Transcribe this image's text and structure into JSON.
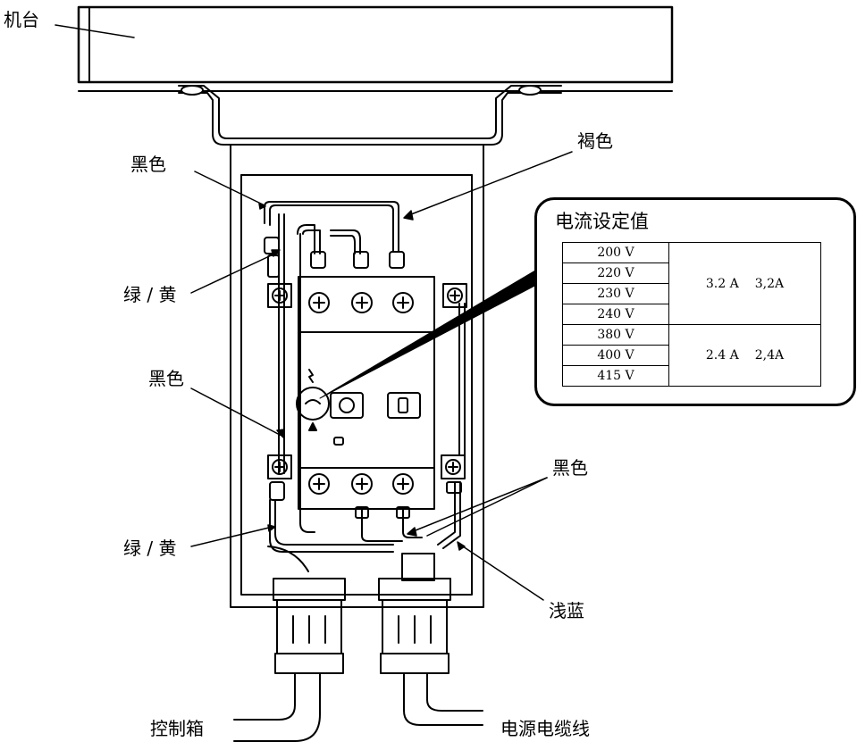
{
  "labels": {
    "machine_table": "机台",
    "black_top": "黑色",
    "brown": "褐色",
    "green_yellow_top": "绿 / 黄",
    "black_middle": "黑色",
    "black_right": "黑色",
    "green_yellow_bottom": "绿 / 黄",
    "light_blue": "浅蓝",
    "control_box": "控制箱",
    "power_cable": "电源电缆线"
  },
  "current_setting": {
    "title": "电流设定值",
    "groups": [
      {
        "voltages": [
          "200 V",
          "220 V",
          "230 V",
          "240 V"
        ],
        "current_a": "3.2 A",
        "current_b": "3,2A"
      },
      {
        "voltages": [
          "380 V",
          "400 V",
          "415 V"
        ],
        "current_a": "2.4 A",
        "current_b": "2,4A"
      }
    ]
  },
  "colors": {
    "line": "#000000",
    "background": "#ffffff"
  }
}
